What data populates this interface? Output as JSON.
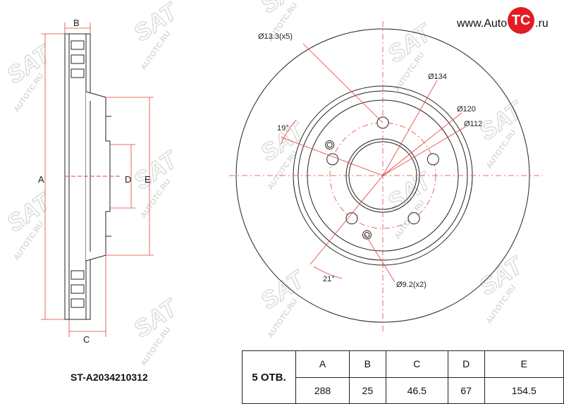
{
  "brand": {
    "prefix": "www.Auto",
    "logo_letters": "TC",
    "suffix": ".ru"
  },
  "watermark": {
    "logo": "SAT",
    "site": "AUTOTC.RU"
  },
  "side_view": {
    "label_a": "A",
    "label_b": "B",
    "label_c": "C",
    "label_d": "D",
    "label_e": "E"
  },
  "front_view": {
    "bolt_holes": "Ø13.3(x5)",
    "d134": "Ø134",
    "d120": "Ø120",
    "d112": "Ø112",
    "angle_top": "19°",
    "angle_bottom": "21°",
    "pin_holes": "Ø9.2(x2)"
  },
  "part_number": "ST-A2034210312",
  "specs": {
    "bolts_label": "5 ОТВ.",
    "headers": [
      "A",
      "B",
      "C",
      "D",
      "E"
    ],
    "values": [
      "288",
      "25",
      "46.5",
      "67",
      "154.5"
    ]
  },
  "colors": {
    "line": "#222222",
    "dimension": "#e0403a",
    "watermark": "#d8d8d8",
    "logo_red": "#e31b23"
  }
}
